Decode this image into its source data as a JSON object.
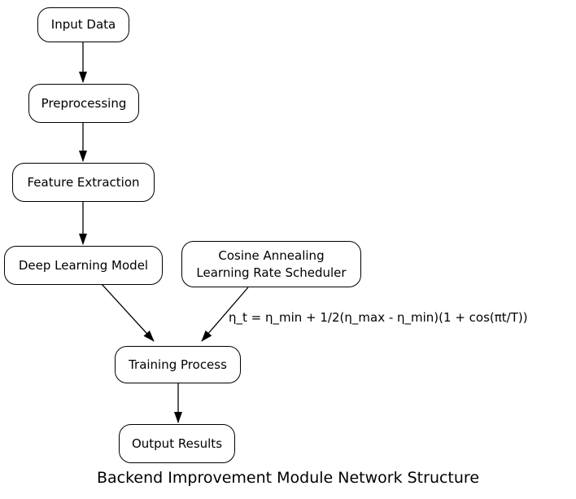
{
  "title": "Backend Improvement Module Network Structure",
  "diagram": {
    "nodes": [
      {
        "id": "input-data",
        "label": "Input Data"
      },
      {
        "id": "preprocessing",
        "label": "Preprocessing"
      },
      {
        "id": "feature-extraction",
        "label": "Feature Extraction"
      },
      {
        "id": "deep-learning-model",
        "label": "Deep Learning Model"
      },
      {
        "id": "cosine-annealing-scheduler",
        "label_line1": "Cosine Annealing",
        "label_line2": "Learning Rate Scheduler"
      },
      {
        "id": "training-process",
        "label": "Training Process"
      },
      {
        "id": "output-results",
        "label": "Output Results"
      }
    ],
    "edges": [
      {
        "from": "input-data",
        "to": "preprocessing"
      },
      {
        "from": "preprocessing",
        "to": "feature-extraction"
      },
      {
        "from": "feature-extraction",
        "to": "deep-learning-model"
      },
      {
        "from": "deep-learning-model",
        "to": "training-process"
      },
      {
        "from": "cosine-annealing-scheduler",
        "to": "training-process",
        "label": "η_t = η_min + 1/2(η_max - η_min)(1 + cos(πt/T))"
      },
      {
        "from": "training-process",
        "to": "output-results"
      }
    ]
  },
  "colors": {
    "background": "#ffffff",
    "node_fill": "#ffffff",
    "stroke": "#000000",
    "text": "#000000"
  }
}
